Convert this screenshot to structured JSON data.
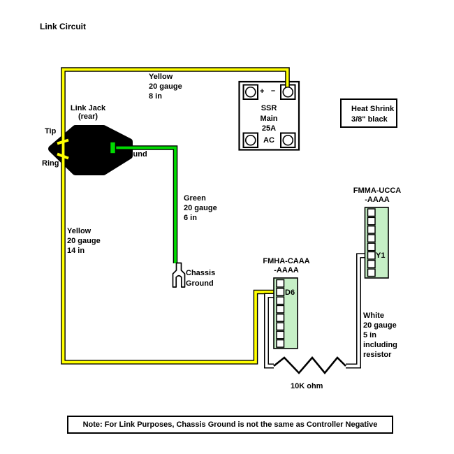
{
  "title": "Link Circuit",
  "colors": {
    "wire_yellow": "#FFFF00",
    "wire_green": "#00DB00",
    "wire_white": "#FFFFFF",
    "block_fill": "#C6EFC6"
  },
  "jack": {
    "label": "Link Jack",
    "label2": "(rear)",
    "tip_label": "Tip",
    "ring_label": "Ring",
    "ground_label": "Ground"
  },
  "wire_labels": {
    "yellow_top": [
      "Yellow",
      "20 gauge",
      "8 in"
    ],
    "yellow_left": [
      "Yellow",
      "20 gauge",
      "14 in"
    ],
    "green": [
      "Green",
      "20 gauge",
      "6 in"
    ],
    "white": [
      "White",
      "20 gauge",
      "5 in",
      "including",
      "resistor"
    ]
  },
  "ssr": {
    "plus": "+",
    "minus": "–",
    "name_lines": [
      "SSR",
      "Main",
      "25A"
    ],
    "ac": "AC"
  },
  "heat_shrink": {
    "lines": [
      "Heat Shrink",
      "3/8\" black"
    ]
  },
  "chassis_ground": {
    "lines": [
      "Chassis",
      "Ground"
    ]
  },
  "blocks": {
    "fmma": {
      "name_line1": "FMMA-UCCA",
      "name_line2": "-AAAA",
      "pin": "Y1"
    },
    "fmha": {
      "name_line1": "FMHA-CAAA",
      "name_line2": "-AAAA",
      "pin": "D6"
    }
  },
  "resistor_label": "10K ohm",
  "note": "Note: For Link Purposes, Chassis Ground is not the same as Controller Negative"
}
